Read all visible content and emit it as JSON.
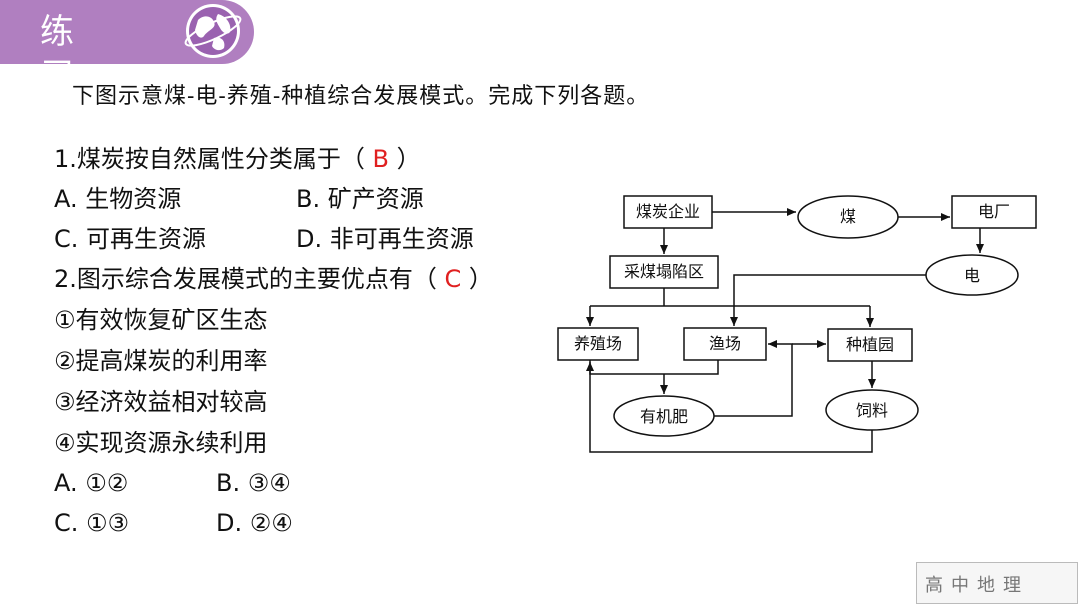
{
  "header": {
    "title": "练 习",
    "icon": "globe-icon"
  },
  "instruction": "下图示意煤-电-养殖-种植综合发展模式。完成下列各题。",
  "q1": {
    "stem_before": "1.煤炭按自然属性分类属于（ ",
    "answer": "B",
    "stem_after": " ）",
    "options": [
      "A. 生物资源",
      "B. 矿产资源",
      "C. 可再生资源",
      "D. 非可再生资源"
    ]
  },
  "q2": {
    "stem_before": "2.图示综合发展模式的主要优点有（ ",
    "answer": "C",
    "stem_after": " ）",
    "statements": [
      "①有效恢复矿区生态",
      "②提高煤炭的利用率",
      "③经济效益相对较高",
      "④实现资源永续利用"
    ],
    "options": [
      "A. ①②",
      "B. ③④",
      "C. ①③",
      "D. ②④"
    ]
  },
  "diagram": {
    "coal_enterprise": "煤炭企业",
    "coal": "煤",
    "power_plant": "电厂",
    "subsidence_area": "采煤塌陷区",
    "electricity": "电",
    "breeding_farm": "养殖场",
    "fishery": "渔场",
    "plantation": "种植园",
    "organic_fertilizer": "有机肥",
    "feed": "饲料"
  },
  "watermark": "高中地理"
}
